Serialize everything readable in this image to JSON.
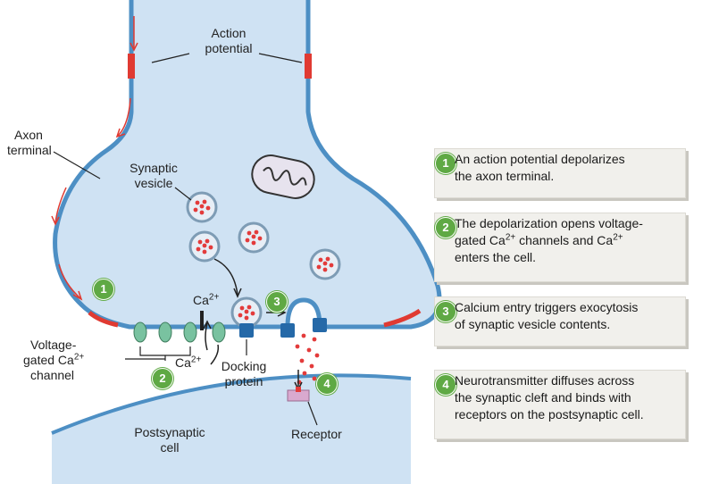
{
  "labels": {
    "action_potential_line1": "Action",
    "action_potential_line2": "potential",
    "axon_terminal_line1": "Axon",
    "axon_terminal_line2": "terminal",
    "synaptic_vesicle_line1": "Synaptic",
    "synaptic_vesicle_line2": "vesicle",
    "ca_ion": "Ca",
    "ca_charge": "2+",
    "vgcc_line1": "Voltage-",
    "vgcc_line2a": "gated Ca",
    "vgcc_line2b": "2+",
    "vgcc_line3": "channel",
    "docking_line1": "Docking",
    "docking_line2": "protein",
    "postsynaptic_line1": "Postsynaptic",
    "postsynaptic_line2": "cell",
    "receptor": "Receptor"
  },
  "badges": [
    "1",
    "2",
    "3",
    "4"
  ],
  "steps": [
    {
      "num": "1",
      "line1": "An action potential depolarizes",
      "line2": "the axon terminal."
    },
    {
      "num": "2",
      "line1": "The depolarization opens voltage-",
      "line2a": "gated Ca",
      "line2b": "2+",
      "line2c": " channels and Ca",
      "line2d": "2+",
      "line3": "enters the cell."
    },
    {
      "num": "3",
      "line1": "Calcium entry triggers exocytosis",
      "line2": "of synaptic vesicle contents."
    },
    {
      "num": "4",
      "line1": "Neurotransmitter diffuses across",
      "line2": "the synaptic cleft and binds with",
      "line3": "receptors on the postsynaptic cell."
    }
  ],
  "colors": {
    "cytoplasm": "#cfe2f3",
    "membrane": "#4d8fc4",
    "depolarized": "#e03a32",
    "vesicle_fill": "#e7eef6",
    "vesicle_ring": "#7e9cb5",
    "neurotransmitter": "#e33b3b",
    "channel": "#79c2a0",
    "docking": "#2569a8",
    "receptor": "#d9a9cf",
    "step_green": "#5fa944",
    "step_box": "#f1f0ec"
  }
}
